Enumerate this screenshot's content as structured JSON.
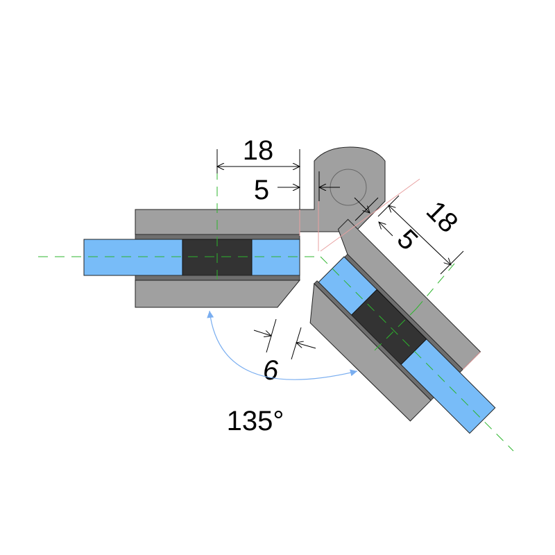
{
  "dimensions": {
    "top_width": "18",
    "top_offset": "5",
    "diag_width": "18",
    "diag_offset": "5",
    "gap": "6",
    "angle": "135°"
  },
  "colors": {
    "plate": "#a0a0a0",
    "plate_edge": "#6e6e6e",
    "glass": "#78bcf8",
    "core": "#333333",
    "centerline": "#2db52d",
    "angle_arc": "#7aaef0",
    "ref_line": "#e8a0a0"
  }
}
